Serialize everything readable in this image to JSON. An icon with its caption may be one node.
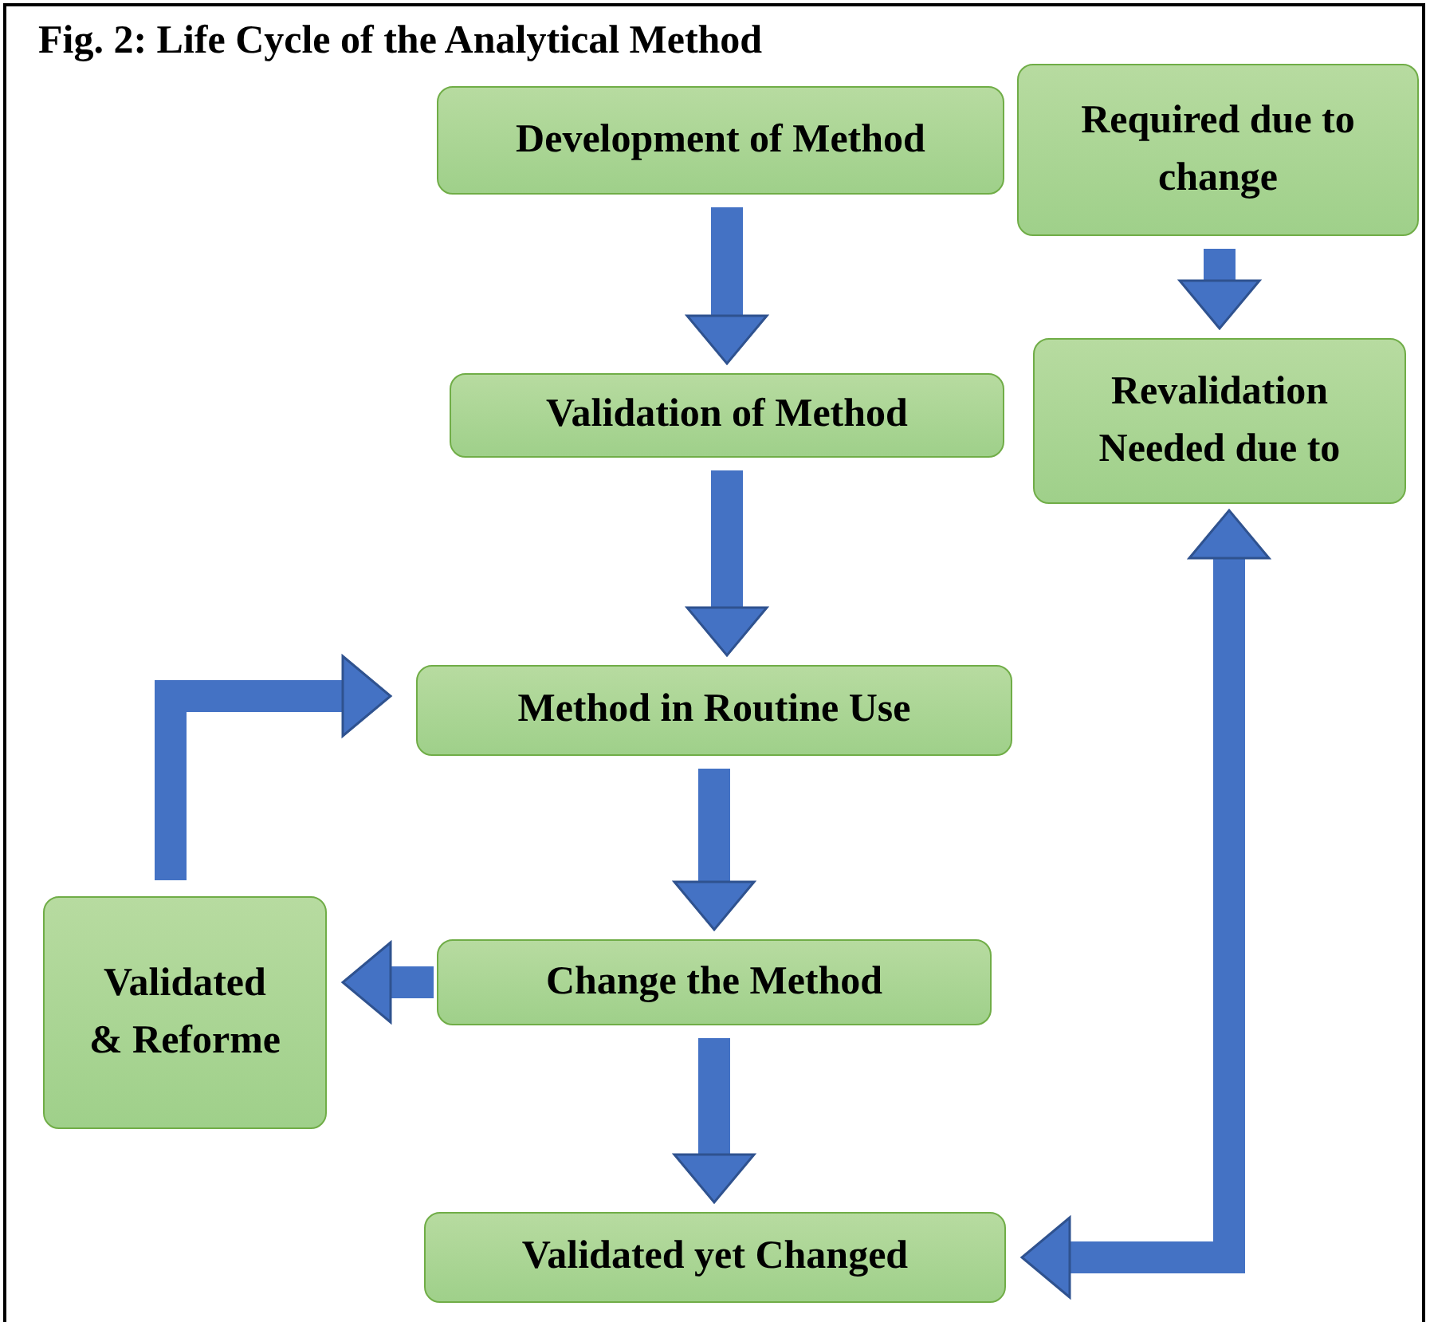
{
  "diagram": {
    "title": "Fig. 2: Life Cycle of the Analytical Method",
    "nodes": [
      {
        "text": [
          "Development of Method"
        ]
      },
      {
        "text": [
          "Required due to change"
        ]
      },
      {
        "text": [
          "Validation of Method"
        ]
      },
      {
        "text": [
          "Revalidation Needed due to"
        ]
      },
      {
        "text": [
          "Method in Routine Use"
        ]
      },
      {
        "text": [
          "Validated & Reforme"
        ]
      },
      {
        "text": [
          "Change the Method"
        ]
      },
      {
        "text": [
          "Validated yet Changed"
        ]
      }
    ],
    "edges": [
      {
        "from": 0,
        "to": 2,
        "arrow": "to"
      },
      {
        "from": 1,
        "to": 3,
        "arrow": "to"
      },
      {
        "from": 2,
        "to": 4,
        "arrow": "to"
      },
      {
        "from": 4,
        "to": 6,
        "arrow": "to"
      },
      {
        "from": 6,
        "to": 5,
        "arrow": "to"
      },
      {
        "from": 5,
        "to": 4,
        "arrow": "to"
      },
      {
        "from": 6,
        "to": 7,
        "arrow": "to"
      },
      {
        "from": 7,
        "to": 3,
        "arrow": "both"
      }
    ]
  }
}
